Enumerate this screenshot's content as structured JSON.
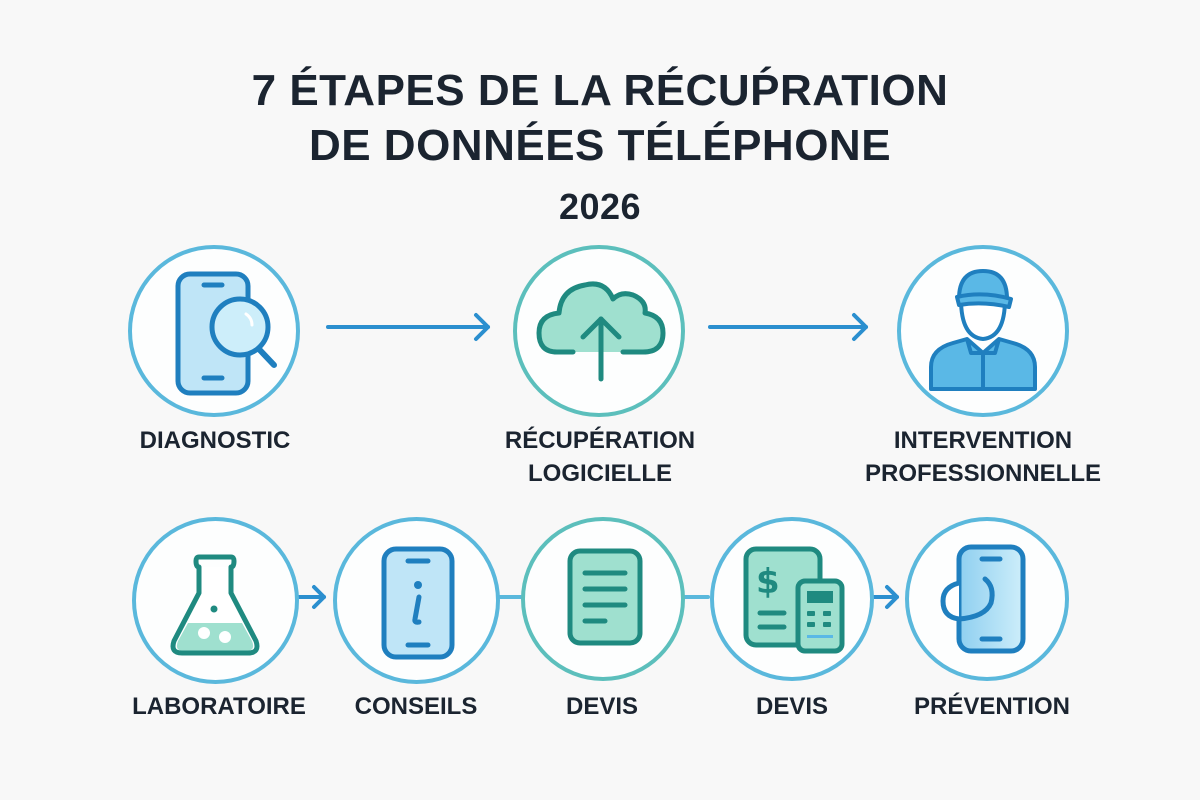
{
  "title": {
    "line1": "7 ÉTAPES DE LA RÉCUṔRATION",
    "line2": "DE DONNÉES TÉLÉPHONE",
    "year": "2026"
  },
  "colors": {
    "blue_ring": "#5ab8dc",
    "teal_ring": "#5cbfbc",
    "blue_stroke": "#1f7fbf",
    "teal_stroke": "#1f8a80",
    "blue_fill": "#bfe5f7",
    "teal_fill": "#9fe0cf",
    "arrow": "#2b8fcf",
    "text": "#1b2430"
  },
  "steps": [
    {
      "label": "DIAGNOSTIC",
      "icon": "phone-search-icon"
    },
    {
      "label_line1": "RÉCUPÉRATION",
      "label_line2": "LOGICIELLE",
      "icon": "cloud-upload-icon"
    },
    {
      "label_line1": "INTERVENTION",
      "label_line2": "PROFESSIONNELLE",
      "icon": "technician-icon"
    },
    {
      "label": "LABORATOIRE",
      "icon": "flask-icon"
    },
    {
      "label": "CONSEILS",
      "icon": "phone-info-icon"
    },
    {
      "label": "DEVIS",
      "icon": "document-icon"
    },
    {
      "label": "DEVIS",
      "icon": "invoice-calculator-icon"
    },
    {
      "label": "PRÉVENTION",
      "icon": "phone-protection-icon"
    }
  ]
}
